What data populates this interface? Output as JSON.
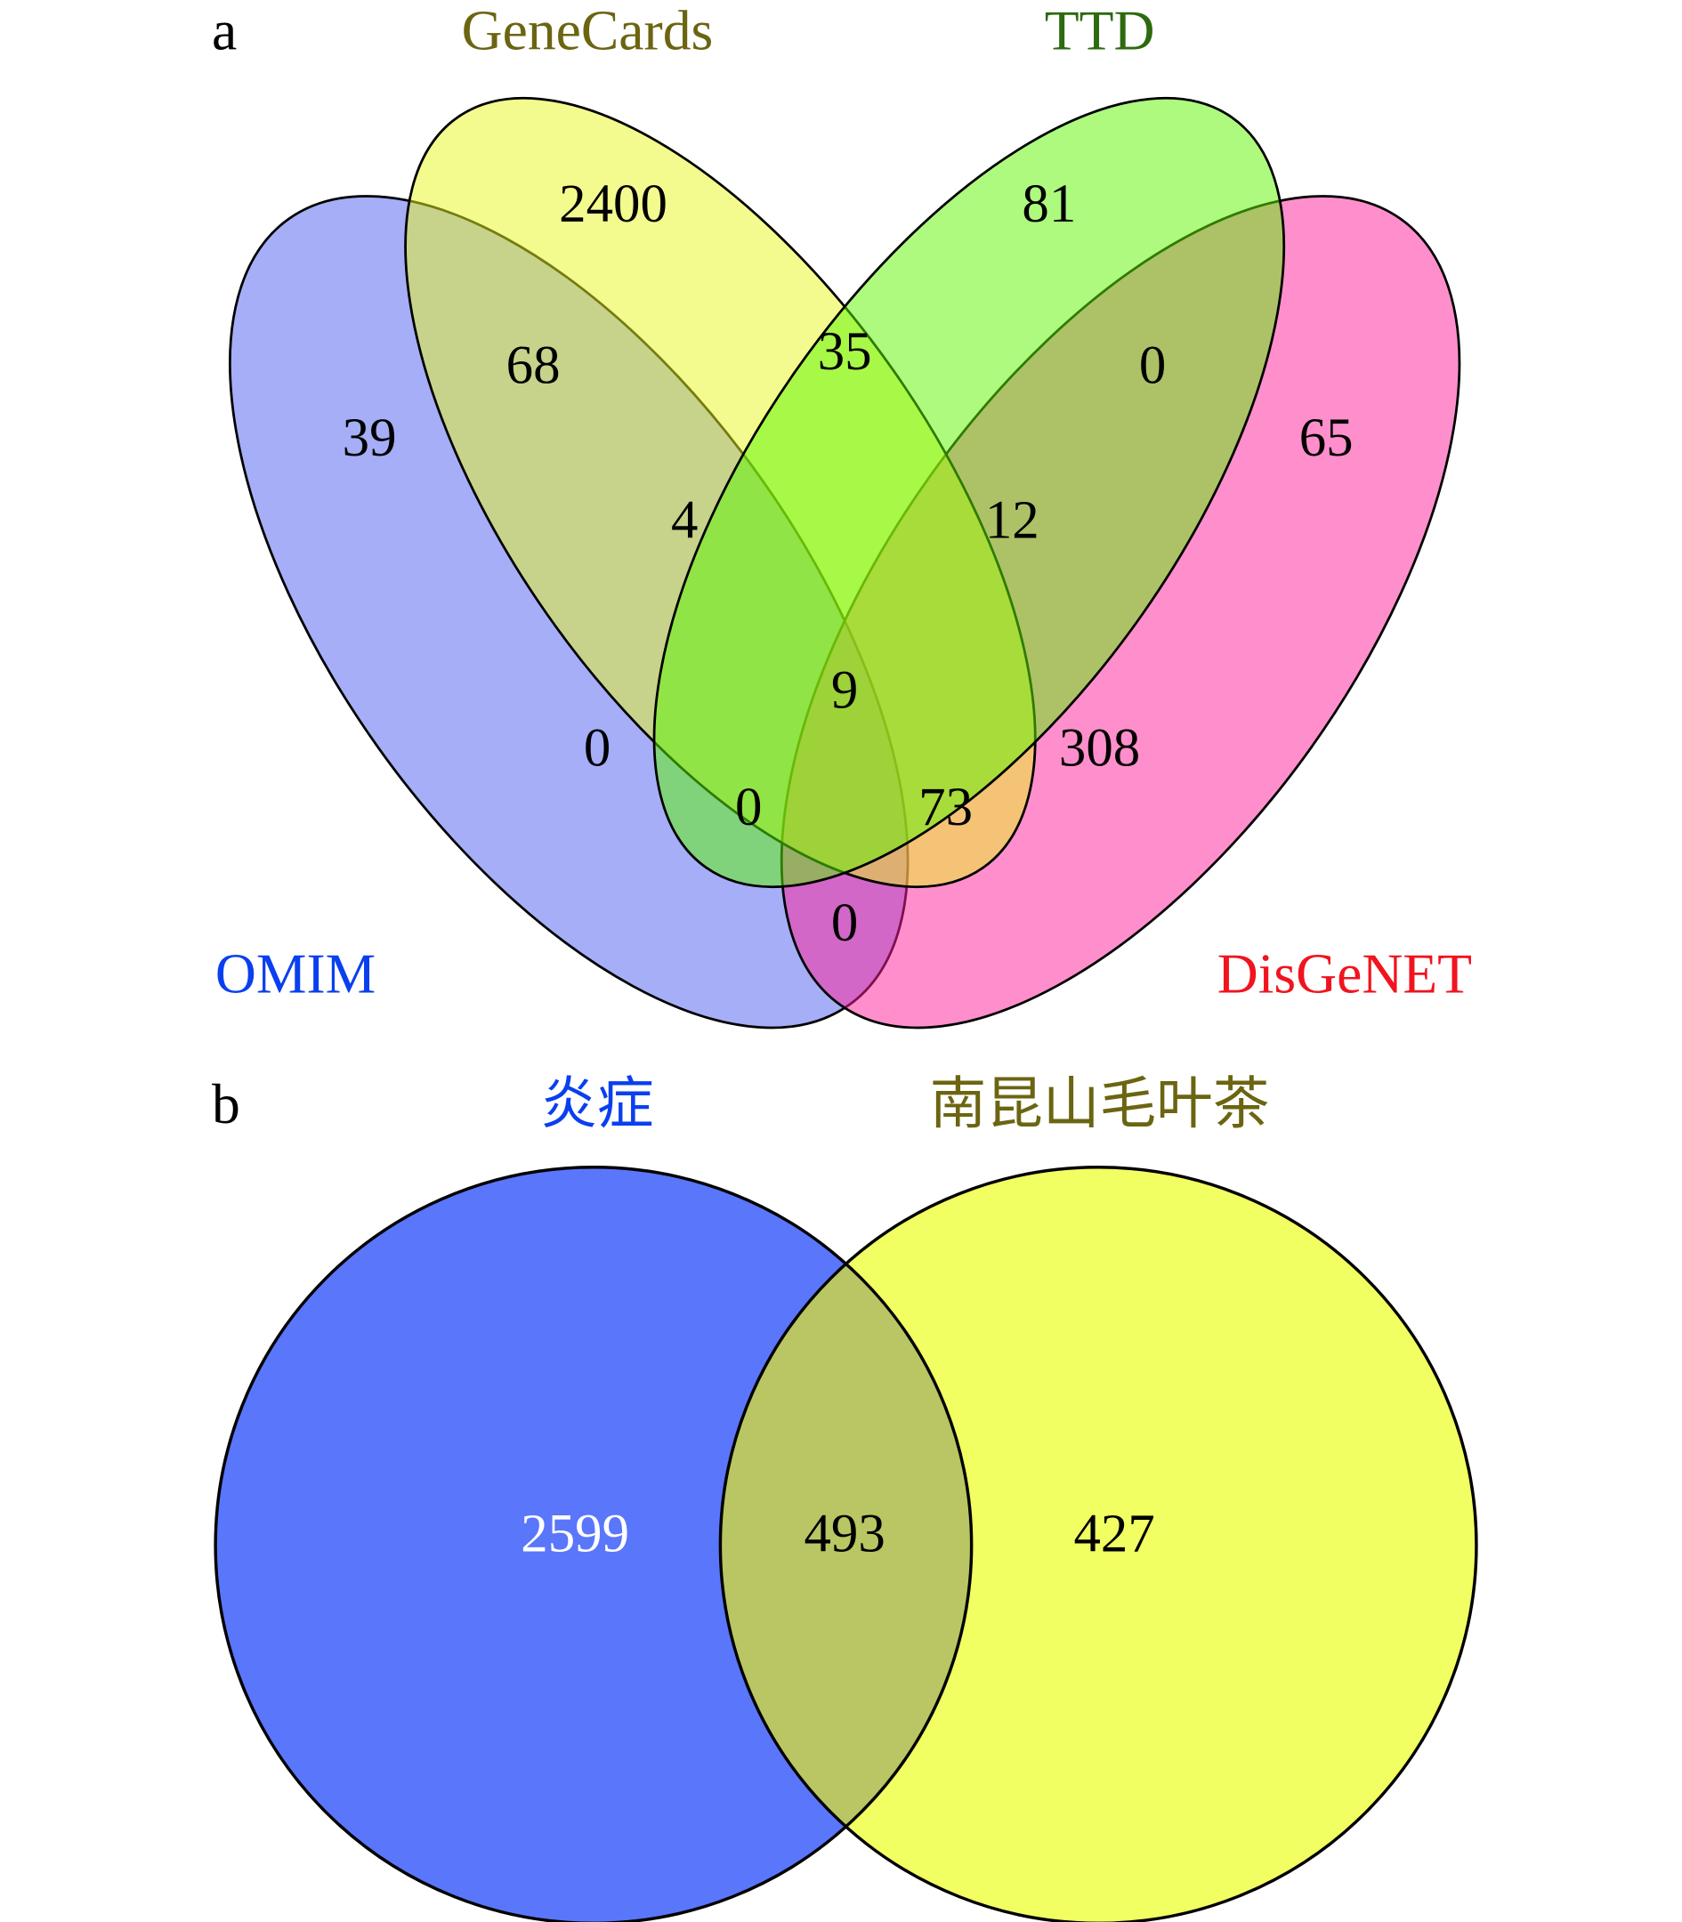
{
  "panel_a": {
    "letter": "a",
    "sets": [
      {
        "name": "OMIM",
        "color": "#0a3ff0"
      },
      {
        "name": "GeneCards",
        "color": "#6b6512"
      },
      {
        "name": "TTD",
        "color": "#2e6a10"
      },
      {
        "name": "DisGeNET",
        "color": "#f0141e"
      }
    ],
    "regions": {
      "omim_only": "39",
      "genecards_only": "2400",
      "ttd_only": "81",
      "disgenet_only": "65",
      "omim_genecards": "68",
      "genecards_ttd": "35",
      "ttd_disgenet": "0",
      "omim_genecards_ttd": "4",
      "genecards_ttd_disgenet": "12",
      "all_four": "9",
      "omim_ttd": "0",
      "genecards_disgenet": "308",
      "omim_ttd_disgenet": "0",
      "omim_genecards_disgenet": "73",
      "omim_disgenet": "0"
    }
  },
  "panel_b": {
    "letter": "b",
    "left_label": "炎症",
    "right_label": "南昆山毛叶茶",
    "left_only": "2599",
    "overlap": "493",
    "right_only": "427",
    "left_color": "#0a3ff0",
    "right_color": "#6b6512"
  }
}
